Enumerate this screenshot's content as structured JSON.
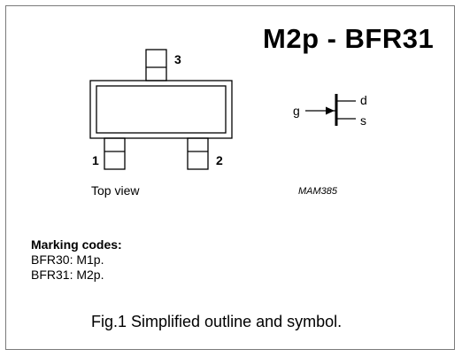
{
  "title": "M2p - BFR31",
  "outline": {
    "pin_labels": [
      "1",
      "2",
      "3"
    ],
    "view_label": "Top view"
  },
  "symbol": {
    "gate_label": "g",
    "drain_label": "d",
    "source_label": "s",
    "reference": "MAM385"
  },
  "marking": {
    "heading": "Marking codes:",
    "lines": [
      "BFR30: M1p.",
      "BFR31: M2p."
    ]
  },
  "caption": "Fig.1  Simplified outline and symbol."
}
